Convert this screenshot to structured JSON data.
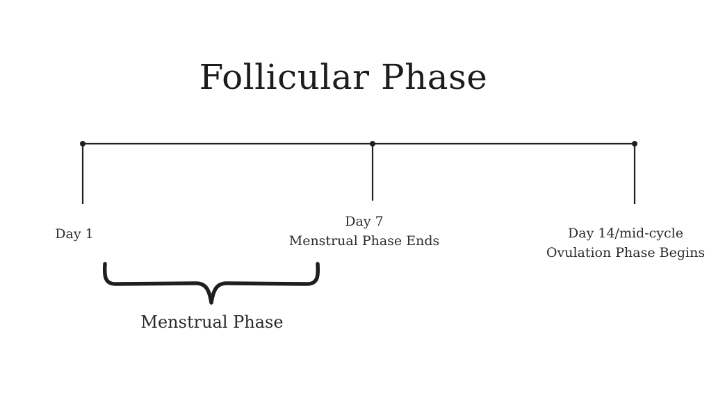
{
  "title": "Follicular Phase",
  "timeline": {
    "markers": [
      {
        "lines": [
          "Day 1"
        ]
      },
      {
        "lines": [
          "Day 7",
          "Menstrual Phase Ends"
        ]
      },
      {
        "lines": [
          "Day 14/mid-cycle",
          "Ovulation Phase Begins"
        ]
      }
    ]
  },
  "brace": {
    "label": "Menstrual Phase"
  },
  "colors": {
    "ink": "#1f1f1f",
    "background": "#ffffff"
  }
}
